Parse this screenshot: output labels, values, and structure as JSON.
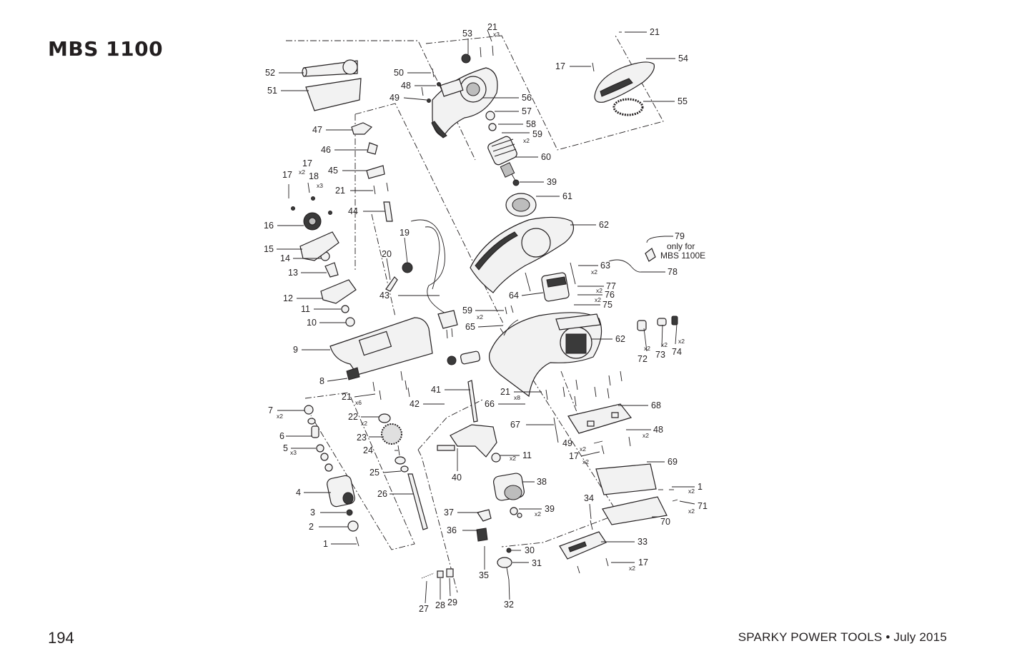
{
  "header": {
    "title": "MBS 1100"
  },
  "footer": {
    "page_number": "194",
    "text": "SPARKY POWER TOOLS • July 2015"
  },
  "callouts": [
    {
      "num": "53"
    },
    {
      "num": "21",
      "qty": "x3"
    },
    {
      "num": "21"
    },
    {
      "num": "54"
    },
    {
      "num": "17"
    },
    {
      "num": "52"
    },
    {
      "num": "50"
    },
    {
      "num": "48"
    },
    {
      "num": "51"
    },
    {
      "num": "49"
    },
    {
      "num": "56"
    },
    {
      "num": "55"
    },
    {
      "num": "57"
    },
    {
      "num": "58"
    },
    {
      "num": "59",
      "qty": "x2"
    },
    {
      "num": "47"
    },
    {
      "num": "46"
    },
    {
      "num": "60"
    },
    {
      "num": "45"
    },
    {
      "num": "17",
      "qty": "x2"
    },
    {
      "num": "17"
    },
    {
      "num": "18",
      "qty": "x3"
    },
    {
      "num": "39"
    },
    {
      "num": "21"
    },
    {
      "num": "61"
    },
    {
      "num": "44"
    },
    {
      "num": "16"
    },
    {
      "num": "62"
    },
    {
      "num": "19"
    },
    {
      "num": "15"
    },
    {
      "num": "79"
    },
    {
      "num": "20"
    },
    {
      "num": "14"
    },
    {
      "num": "63",
      "qty": "x2"
    },
    {
      "num": "78"
    },
    {
      "num": "13"
    },
    {
      "num": "77",
      "qty": "x2"
    },
    {
      "num": "76",
      "qty": "x2"
    },
    {
      "num": "12"
    },
    {
      "num": "43"
    },
    {
      "num": "64"
    },
    {
      "num": "75"
    },
    {
      "num": "11"
    },
    {
      "num": "59",
      "qty": "x2"
    },
    {
      "num": "10"
    },
    {
      "num": "65"
    },
    {
      "num": "62"
    },
    {
      "num": "72",
      "qty": "x2"
    },
    {
      "num": "73",
      "qty": "x2"
    },
    {
      "num": "74",
      "qty": "x2"
    },
    {
      "num": "9"
    },
    {
      "num": "8"
    },
    {
      "num": "41"
    },
    {
      "num": "21",
      "qty": "x8"
    },
    {
      "num": "21",
      "qty": "x6"
    },
    {
      "num": "42"
    },
    {
      "num": "66"
    },
    {
      "num": "68"
    },
    {
      "num": "7",
      "qty": "x2"
    },
    {
      "num": "22",
      "qty": "x2"
    },
    {
      "num": "67"
    },
    {
      "num": "48",
      "qty": "x2"
    },
    {
      "num": "6"
    },
    {
      "num": "23"
    },
    {
      "num": "49",
      "qty": "x2"
    },
    {
      "num": "5",
      "qty": "x3"
    },
    {
      "num": "24"
    },
    {
      "num": "11",
      "qty": "x2"
    },
    {
      "num": "17",
      "qty": "x2"
    },
    {
      "num": "40"
    },
    {
      "num": "69"
    },
    {
      "num": "25"
    },
    {
      "num": "38"
    },
    {
      "num": "4"
    },
    {
      "num": "26"
    },
    {
      "num": "1",
      "qty": "x2"
    },
    {
      "num": "34"
    },
    {
      "num": "71",
      "qty": "x2"
    },
    {
      "num": "3"
    },
    {
      "num": "37"
    },
    {
      "num": "39",
      "qty": "x2"
    },
    {
      "num": "2"
    },
    {
      "num": "36"
    },
    {
      "num": "70"
    },
    {
      "num": "33"
    },
    {
      "num": "1"
    },
    {
      "num": "30"
    },
    {
      "num": "31"
    },
    {
      "num": "17",
      "qty": "x2"
    },
    {
      "num": "35"
    },
    {
      "num": "29"
    },
    {
      "num": "28"
    },
    {
      "num": "27"
    },
    {
      "num": "32"
    }
  ],
  "notes": {
    "model_note_line1": "only for",
    "model_note_line2": "MBS 1100E"
  }
}
